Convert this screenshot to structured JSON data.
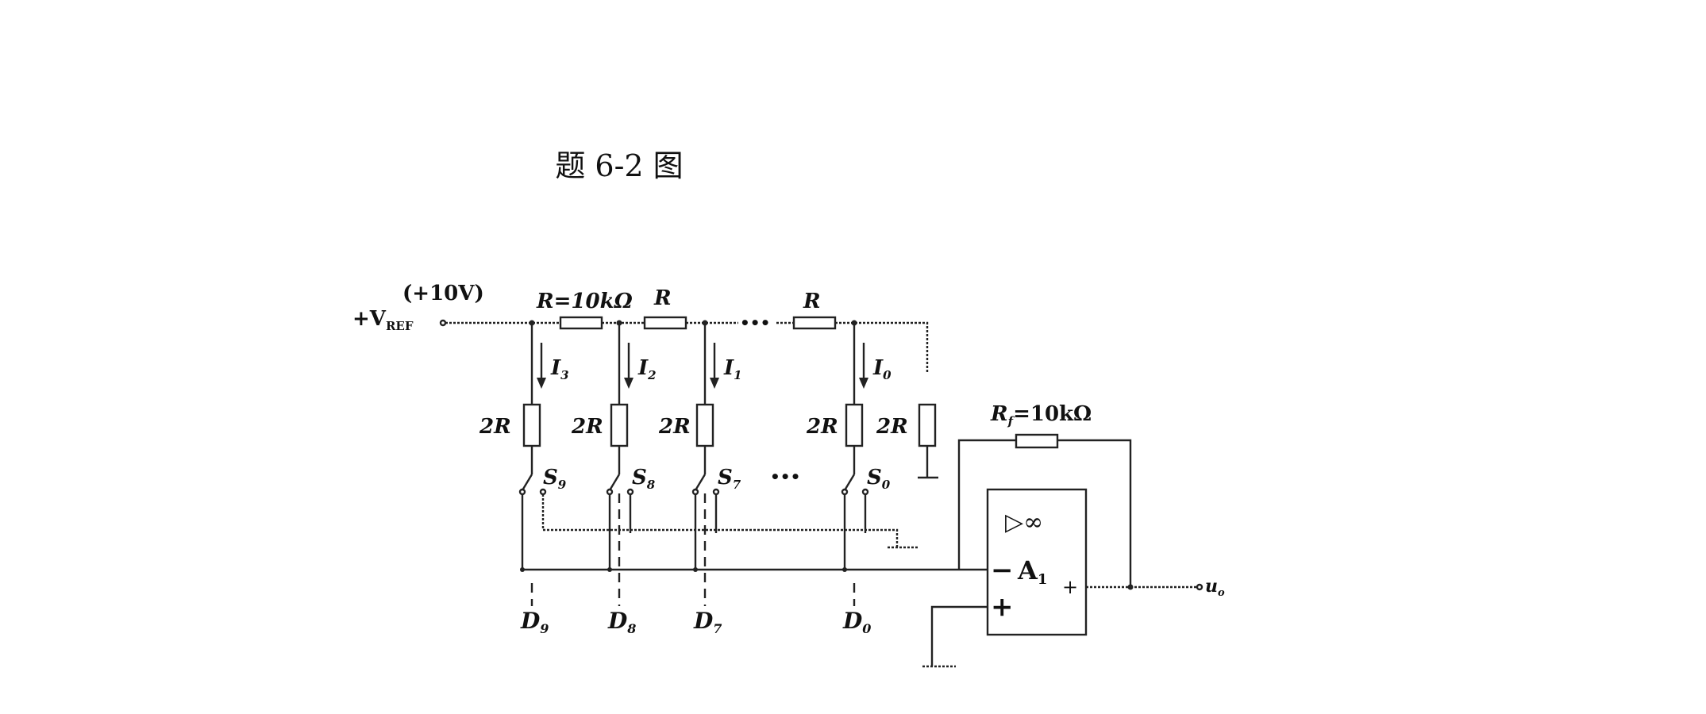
{
  "figure": {
    "caption": "题 6-2 图"
  },
  "diagram": {
    "vref_label": "+V",
    "vref_sub": "REF",
    "vref_value": "(+10V)",
    "r_top": "R=10kΩ",
    "r_mid": "R",
    "r_right": "R",
    "currents": [
      "I",
      "I",
      "I",
      "I"
    ],
    "current_subs": [
      "3",
      "2",
      "1",
      "0"
    ],
    "two_r": [
      "2R",
      "2R",
      "2R",
      "2R",
      "2R"
    ],
    "switches": [
      "S",
      "S",
      "S",
      "S"
    ],
    "switch_subs": [
      "9",
      "8",
      "7",
      "0"
    ],
    "ellipsis": "•••",
    "digits": [
      "D",
      "D",
      "D",
      "D"
    ],
    "digit_subs": [
      "9",
      "8",
      "7",
      "0"
    ],
    "rf_label": "R",
    "rf_sub": "f",
    "rf_value": "=10kΩ",
    "opamp": {
      "symbol": "▷∞",
      "name": "A",
      "name_sub": "1",
      "minus": "−",
      "plus": "+"
    },
    "output": "u",
    "output_sub": "o"
  }
}
